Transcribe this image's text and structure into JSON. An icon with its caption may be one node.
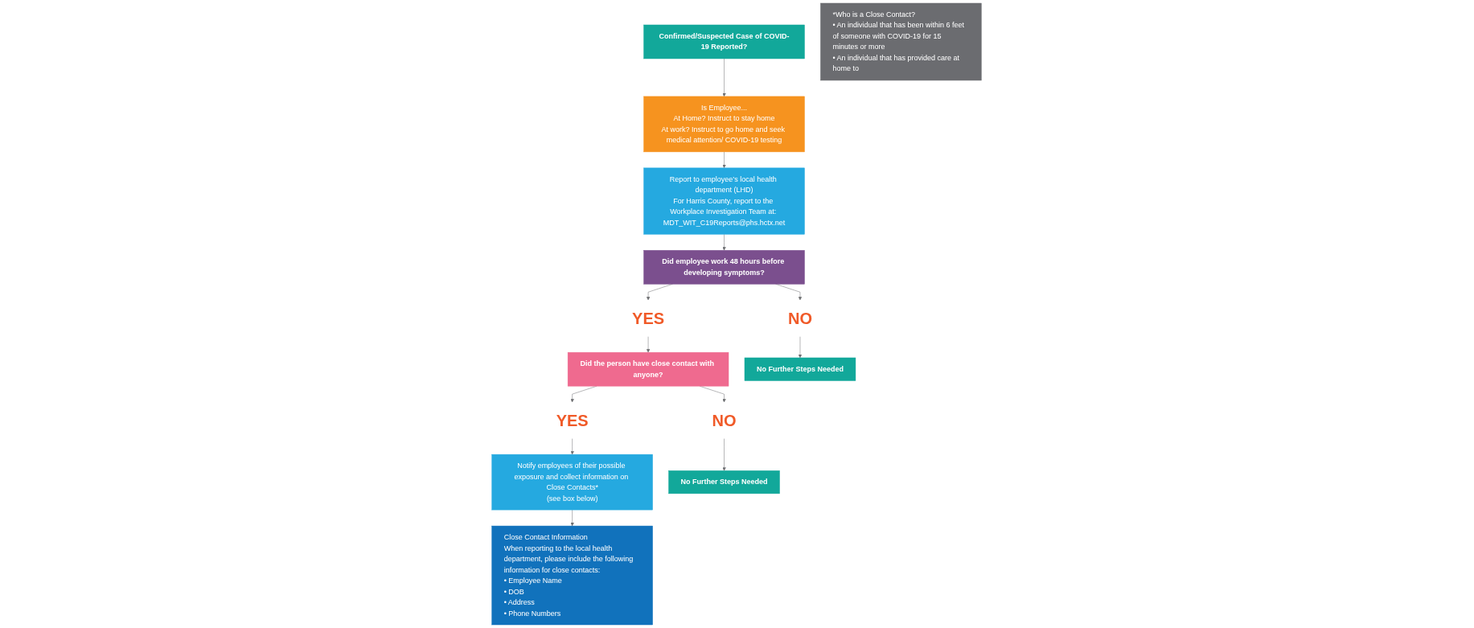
{
  "diagram": {
    "nodes": [
      {
        "text": [
          "Confirmed/Suspected Case of COVID-19 Reported?"
        ]
      },
      {
        "text": [
          "Is Employee...",
          "At Home? Instruct to stay home",
          "At work? Instruct to go home and seek medical attention/ COVID-19 testing"
        ]
      },
      {
        "text": [
          "Report to employee’s local health department (LHD)",
          "For Harris County, report to the Workplace Investigation Team at: MDT_WIT_C19Reports@phs.hctx.net"
        ]
      },
      {
        "text": [
          "Did employee work 48 hours before developing symptoms?"
        ]
      },
      {
        "text": [
          "YES"
        ]
      },
      {
        "text": [
          "NO"
        ]
      },
      {
        "text": [
          "Did the person have close contact with anyone?"
        ]
      },
      {
        "text": [
          "YES"
        ]
      },
      {
        "text": [
          "Notify employees of their possible exposure and collect information on Close Contacts*",
          "(see box below)"
        ]
      },
      {
        "text": [
          "No Further Steps Needed"
        ]
      },
      {
        "text": [
          "NO"
        ]
      },
      {
        "text": [
          "No Further Steps Needed"
        ]
      },
      {
        "text": [
          "Close Contact Information",
          "When reporting to the local health department, please include the following information for close contacts:",
          "• Employee Name",
          "• DOB",
          "• Address",
          "• Phone Numbers"
        ]
      },
      {
        "text": [
          "*Who is a Close Contact?",
          "• An individual that has been within 6 feet of someone with COVID-19 for 15 minutes or more",
          "• An individual that has provided care at home to"
        ]
      }
    ],
    "edges": [
      {
        "from": 0,
        "to": 1,
        "arrow": "to"
      },
      {
        "from": 1,
        "to": 2,
        "arrow": "to"
      },
      {
        "from": 2,
        "to": 3,
        "arrow": "to"
      },
      {
        "from": 3,
        "to": 4,
        "arrow": "to"
      },
      {
        "from": 3,
        "to": 5,
        "arrow": "to"
      },
      {
        "from": 4,
        "to": 6,
        "arrow": "to"
      },
      {
        "from": 5,
        "to": 9,
        "arrow": "to"
      },
      {
        "from": 6,
        "to": 7,
        "arrow": "to"
      },
      {
        "from": 7,
        "to": 8,
        "arrow": "to"
      },
      {
        "from": 6,
        "to": 10,
        "arrow": "to"
      },
      {
        "from": 10,
        "to": 11,
        "arrow": "to"
      },
      {
        "from": 8,
        "to": 12,
        "arrow": "to"
      }
    ]
  }
}
